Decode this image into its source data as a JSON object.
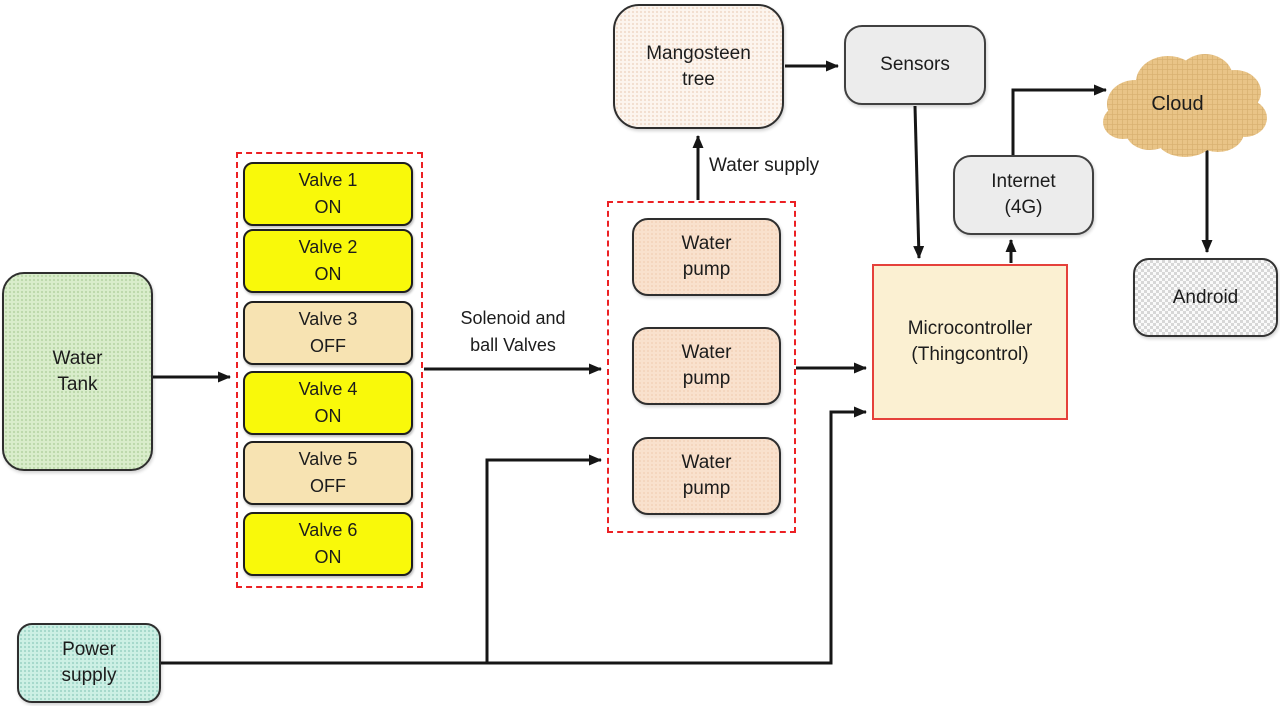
{
  "nodes": {
    "water_tank": {
      "label": "Water\nTank"
    },
    "power_supply": {
      "label": "Power\nsupply"
    },
    "mangosteen_tree": {
      "label": "Mangosteen\ntree"
    },
    "sensors": {
      "label": "Sensors"
    },
    "internet": {
      "label": "Internet\n(4G)"
    },
    "microcontroller": {
      "label": "Microcontroller\n(Thingcontrol)"
    },
    "cloud": {
      "label": "Cloud"
    },
    "android": {
      "label": "Android"
    },
    "valves": [
      {
        "name": "Valve 1",
        "state": "ON"
      },
      {
        "name": "Valve 2",
        "state": "ON"
      },
      {
        "name": "Valve 3",
        "state": "OFF"
      },
      {
        "name": "Valve 4",
        "state": "ON"
      },
      {
        "name": "Valve 5",
        "state": "OFF"
      },
      {
        "name": "Valve 6",
        "state": "ON"
      }
    ],
    "pumps": [
      {
        "label": "Water\npump"
      },
      {
        "label": "Water\npump"
      },
      {
        "label": "Water\npump"
      }
    ]
  },
  "labels": {
    "solenoid": "Solenoid and\nball Valves",
    "water_supply": "Water supply"
  },
  "edges": [
    {
      "from": "water-tank",
      "to": "valves-group"
    },
    {
      "from": "valves-group",
      "to": "pumps-group"
    },
    {
      "from": "pumps-group",
      "to": "mangosteen-tree",
      "label": "Water supply"
    },
    {
      "from": "mangosteen-tree",
      "to": "sensors"
    },
    {
      "from": "sensors",
      "to": "microcontroller"
    },
    {
      "from": "pumps-group",
      "to": "microcontroller"
    },
    {
      "from": "microcontroller",
      "to": "internet-4g"
    },
    {
      "from": "internet-4g",
      "to": "cloud"
    },
    {
      "from": "cloud",
      "to": "android"
    },
    {
      "from": "power-supply",
      "to": "microcontroller"
    },
    {
      "from": "power-supply",
      "to": "pumps-group"
    }
  ],
  "colors": {
    "valve_on": "#f9f90a",
    "valve_off": "#f7e3b2",
    "pump_fill": "#f9e1cd",
    "tank_fill": "#d9edcb",
    "power_fill": "#cdf0e4",
    "mangosteen_fill": "#fcf5ee",
    "gray_fill": "#ececec",
    "micro_fill": "#fbf0d2",
    "micro_border": "#e5413b",
    "cloud_fill": "#e9c487",
    "dashed_red": "#ec2024",
    "line": "#161616"
  }
}
